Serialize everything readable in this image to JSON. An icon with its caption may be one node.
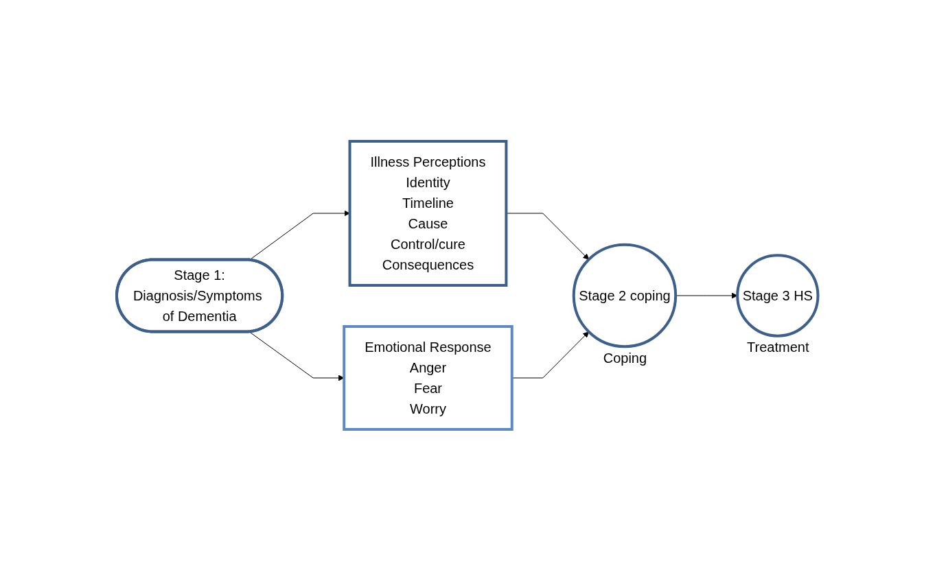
{
  "diagram": {
    "nodes": [
      {
        "text": [
          "Stage 1:",
          "Diagnosis/Symptoms of Dementia"
        ]
      },
      {
        "text": [
          "Illness Perceptions",
          "Identity",
          "Timeline",
          "Cause",
          "Control/cure",
          "Consequences"
        ]
      },
      {
        "text": [
          "Emotional Response",
          "Anger",
          "Fear",
          "Worry"
        ]
      },
      {
        "text": [
          "Stage 2 coping"
        ],
        "beside": [
          "Coping"
        ]
      },
      {
        "text": [
          "Stage 3 HS"
        ],
        "beside": [
          "Treatment"
        ]
      }
    ],
    "edges": [
      {
        "from": 0,
        "to": 1,
        "arrow": "to"
      },
      {
        "from": 0,
        "to": 2,
        "arrow": "to"
      },
      {
        "from": 1,
        "to": 3,
        "arrow": "to"
      },
      {
        "from": 2,
        "to": 3,
        "arrow": "to"
      },
      {
        "from": 3,
        "to": 4,
        "arrow": "to"
      }
    ]
  }
}
